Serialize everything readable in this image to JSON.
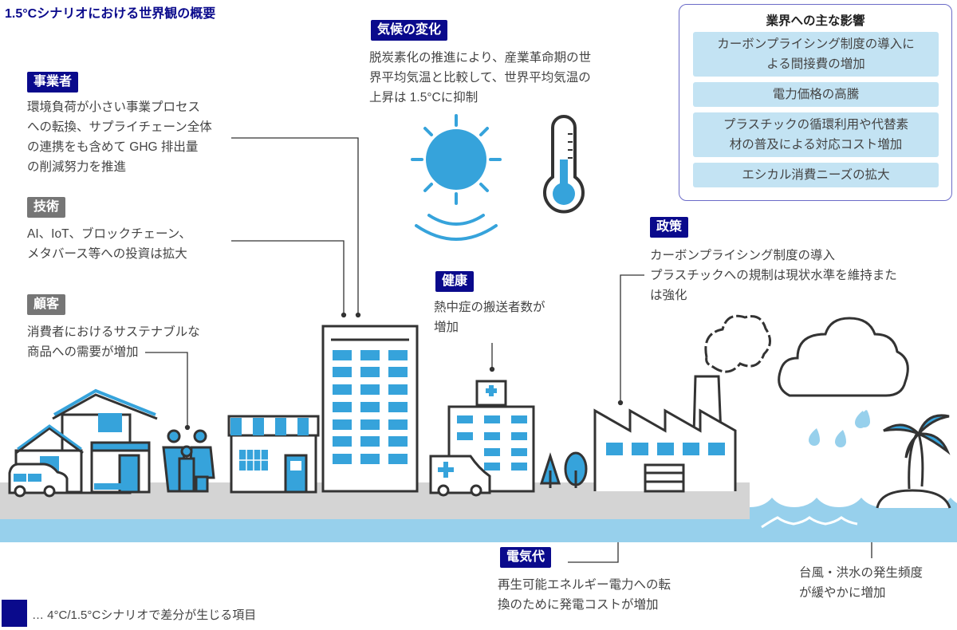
{
  "title": "1.5°Cシナリオにおける世界観の概要",
  "colors": {
    "navy": "#0a0a8c",
    "gray_tag": "#767676",
    "accent_blue": "#36a3db",
    "light_blue": "#97d0ec",
    "box_fill": "#c3e3f3",
    "ground": "#d4d4d4"
  },
  "sections": {
    "business": {
      "label": "事業者",
      "lines": [
        "環境負荷が小さい事業プロセス",
        "への転換、サプライチェーン全体",
        "の連携をも含めて GHG 排出量",
        "の削減努力を推進"
      ]
    },
    "technology": {
      "label": "技術",
      "lines": [
        "AI、IoT、ブロックチェーン、",
        "メタバース等への投資は拡大"
      ]
    },
    "customer": {
      "label": "顧客",
      "lines": [
        "消費者におけるサステナブルな",
        "商品への需要が増加"
      ]
    },
    "climate": {
      "label": "気候の変化",
      "lines": [
        "脱炭素化の推進により、産業革命期の世",
        "界平均気温と比較して、世界平均気温の",
        "上昇は 1.5°Cに抑制"
      ]
    },
    "health": {
      "label": "健康",
      "lines": [
        "熱中症の搬送者数が",
        "増加"
      ]
    },
    "policy": {
      "label": "政策",
      "lines": [
        "カーボンプライシング制度の導入",
        "プラスチックへの規制は現状水準を維持また",
        "は強化"
      ]
    },
    "electricity": {
      "label": "電気代",
      "lines": [
        "再生可能エネルギー電力への転",
        "換のために発電コストが増加"
      ]
    },
    "disaster": {
      "lines": [
        "台風・洪水の発生頻度",
        "が緩やかに増加"
      ]
    }
  },
  "impacts": {
    "title": "業界への主な影響",
    "items": [
      {
        "lines": [
          "カーボンプライシング制度の導入に",
          "よる間接費の増加"
        ]
      },
      {
        "lines": [
          "電力価格の高騰"
        ]
      },
      {
        "lines": [
          "プラスチックの循環利用や代替素",
          "材の普及による対応コスト増加"
        ]
      },
      {
        "lines": [
          "エシカル消費ニーズの拡大"
        ]
      }
    ]
  },
  "legend": "… 4°C/1.5°Cシナリオで差分が生じる項目"
}
